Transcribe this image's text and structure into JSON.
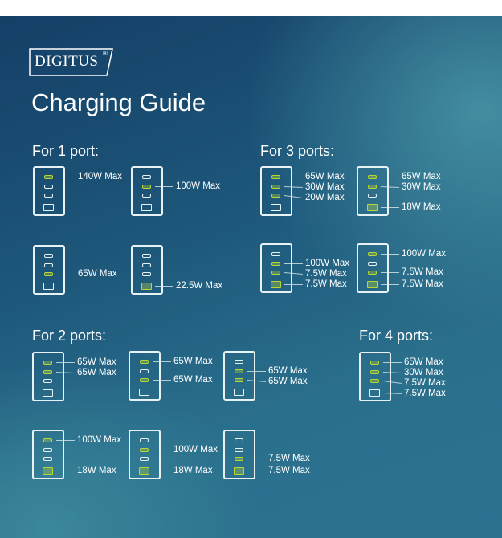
{
  "brand": "DIGITUS",
  "brand_mark": "®",
  "title": "Charging Guide",
  "colors": {
    "active_port": "#b9d733",
    "background_dark": "#153f66",
    "background_light": "#3d8a9e"
  },
  "sections": [
    {
      "heading": "For 1 port:",
      "devices": [
        {
          "active": [
            1,
            0,
            0,
            0
          ],
          "labels": [
            {
              "port": 0,
              "text": "140W Max",
              "line": true
            }
          ]
        },
        {
          "active": [
            0,
            1,
            0,
            0
          ],
          "labels": [
            {
              "port": 1,
              "text": "100W Max",
              "line": true
            }
          ]
        },
        {
          "active": [
            0,
            0,
            1,
            0
          ],
          "labels": [
            {
              "port": 2,
              "text": "65W Max",
              "line": false
            }
          ]
        },
        {
          "active": [
            0,
            0,
            0,
            1
          ],
          "labels": [
            {
              "port": 3,
              "text": "22.5W Max",
              "line": true
            }
          ]
        }
      ]
    },
    {
      "heading": "For 3 ports:",
      "devices": [
        {
          "active": [
            1,
            1,
            1,
            0
          ],
          "labels": [
            {
              "port": 0,
              "text": "65W Max",
              "line": true
            },
            {
              "port": 1,
              "text": "30W Max",
              "line": true
            },
            {
              "port": 2,
              "text": "20W Max",
              "line": true
            }
          ]
        },
        {
          "active": [
            1,
            1,
            0,
            1
          ],
          "labels": [
            {
              "port": 0,
              "text": "65W Max",
              "line": true
            },
            {
              "port": 1,
              "text": "30W Max",
              "line": true
            },
            {
              "port": 3,
              "text": "18W Max",
              "line": true
            }
          ]
        },
        {
          "active": [
            0,
            1,
            1,
            1
          ],
          "labels": [
            {
              "port": 1,
              "text": "100W Max",
              "line": true
            },
            {
              "port": 2,
              "text": "7.5W Max",
              "line": true
            },
            {
              "port": 3,
              "text": "7.5W Max",
              "line": true
            }
          ]
        },
        {
          "active": [
            1,
            0,
            1,
            1
          ],
          "labels": [
            {
              "port": 0,
              "text": "100W Max",
              "line": true
            },
            {
              "port": 2,
              "text": "7.5W Max",
              "line": true
            },
            {
              "port": 3,
              "text": "7.5W Max",
              "line": true
            }
          ]
        }
      ]
    },
    {
      "heading": "For 2 ports:",
      "devices": [
        {
          "active": [
            1,
            1,
            0,
            0
          ],
          "labels": [
            {
              "port": 0,
              "text": "65W Max",
              "line": true
            },
            {
              "port": 1,
              "text": "65W Max",
              "line": true
            }
          ]
        },
        {
          "active": [
            1,
            0,
            1,
            0
          ],
          "labels": [
            {
              "port": 0,
              "text": "65W Max",
              "line": true
            },
            {
              "port": 2,
              "text": "65W Max",
              "line": true
            }
          ]
        },
        {
          "active": [
            0,
            1,
            1,
            0
          ],
          "labels": [
            {
              "port": 1,
              "text": "65W Max",
              "line": true
            },
            {
              "port": 2,
              "text": "65W Max",
              "line": true
            }
          ]
        },
        {
          "active": [
            1,
            0,
            0,
            1
          ],
          "labels": [
            {
              "port": 0,
              "text": "100W Max",
              "line": true
            },
            {
              "port": 3,
              "text": "18W Max",
              "line": true
            }
          ]
        },
        {
          "active": [
            0,
            1,
            0,
            1
          ],
          "labels": [
            {
              "port": 1,
              "text": "100W Max",
              "line": true
            },
            {
              "port": 3,
              "text": "18W Max",
              "line": true
            }
          ]
        },
        {
          "active": [
            0,
            0,
            1,
            1
          ],
          "labels": [
            {
              "port": 2,
              "text": "7.5W Max",
              "line": true
            },
            {
              "port": 3,
              "text": "7.5W Max",
              "line": true
            }
          ]
        }
      ]
    },
    {
      "heading": "For 4 ports:",
      "devices": [
        {
          "active": [
            1,
            1,
            1,
            0
          ],
          "labels": [
            {
              "port": 0,
              "text": "65W Max",
              "line": true
            },
            {
              "port": 1,
              "text": "30W Max",
              "line": true
            },
            {
              "port": 2,
              "text": "7.5W Max",
              "line": true
            },
            {
              "port": 3,
              "text": "7.5W Max",
              "line": true
            }
          ]
        }
      ]
    }
  ]
}
